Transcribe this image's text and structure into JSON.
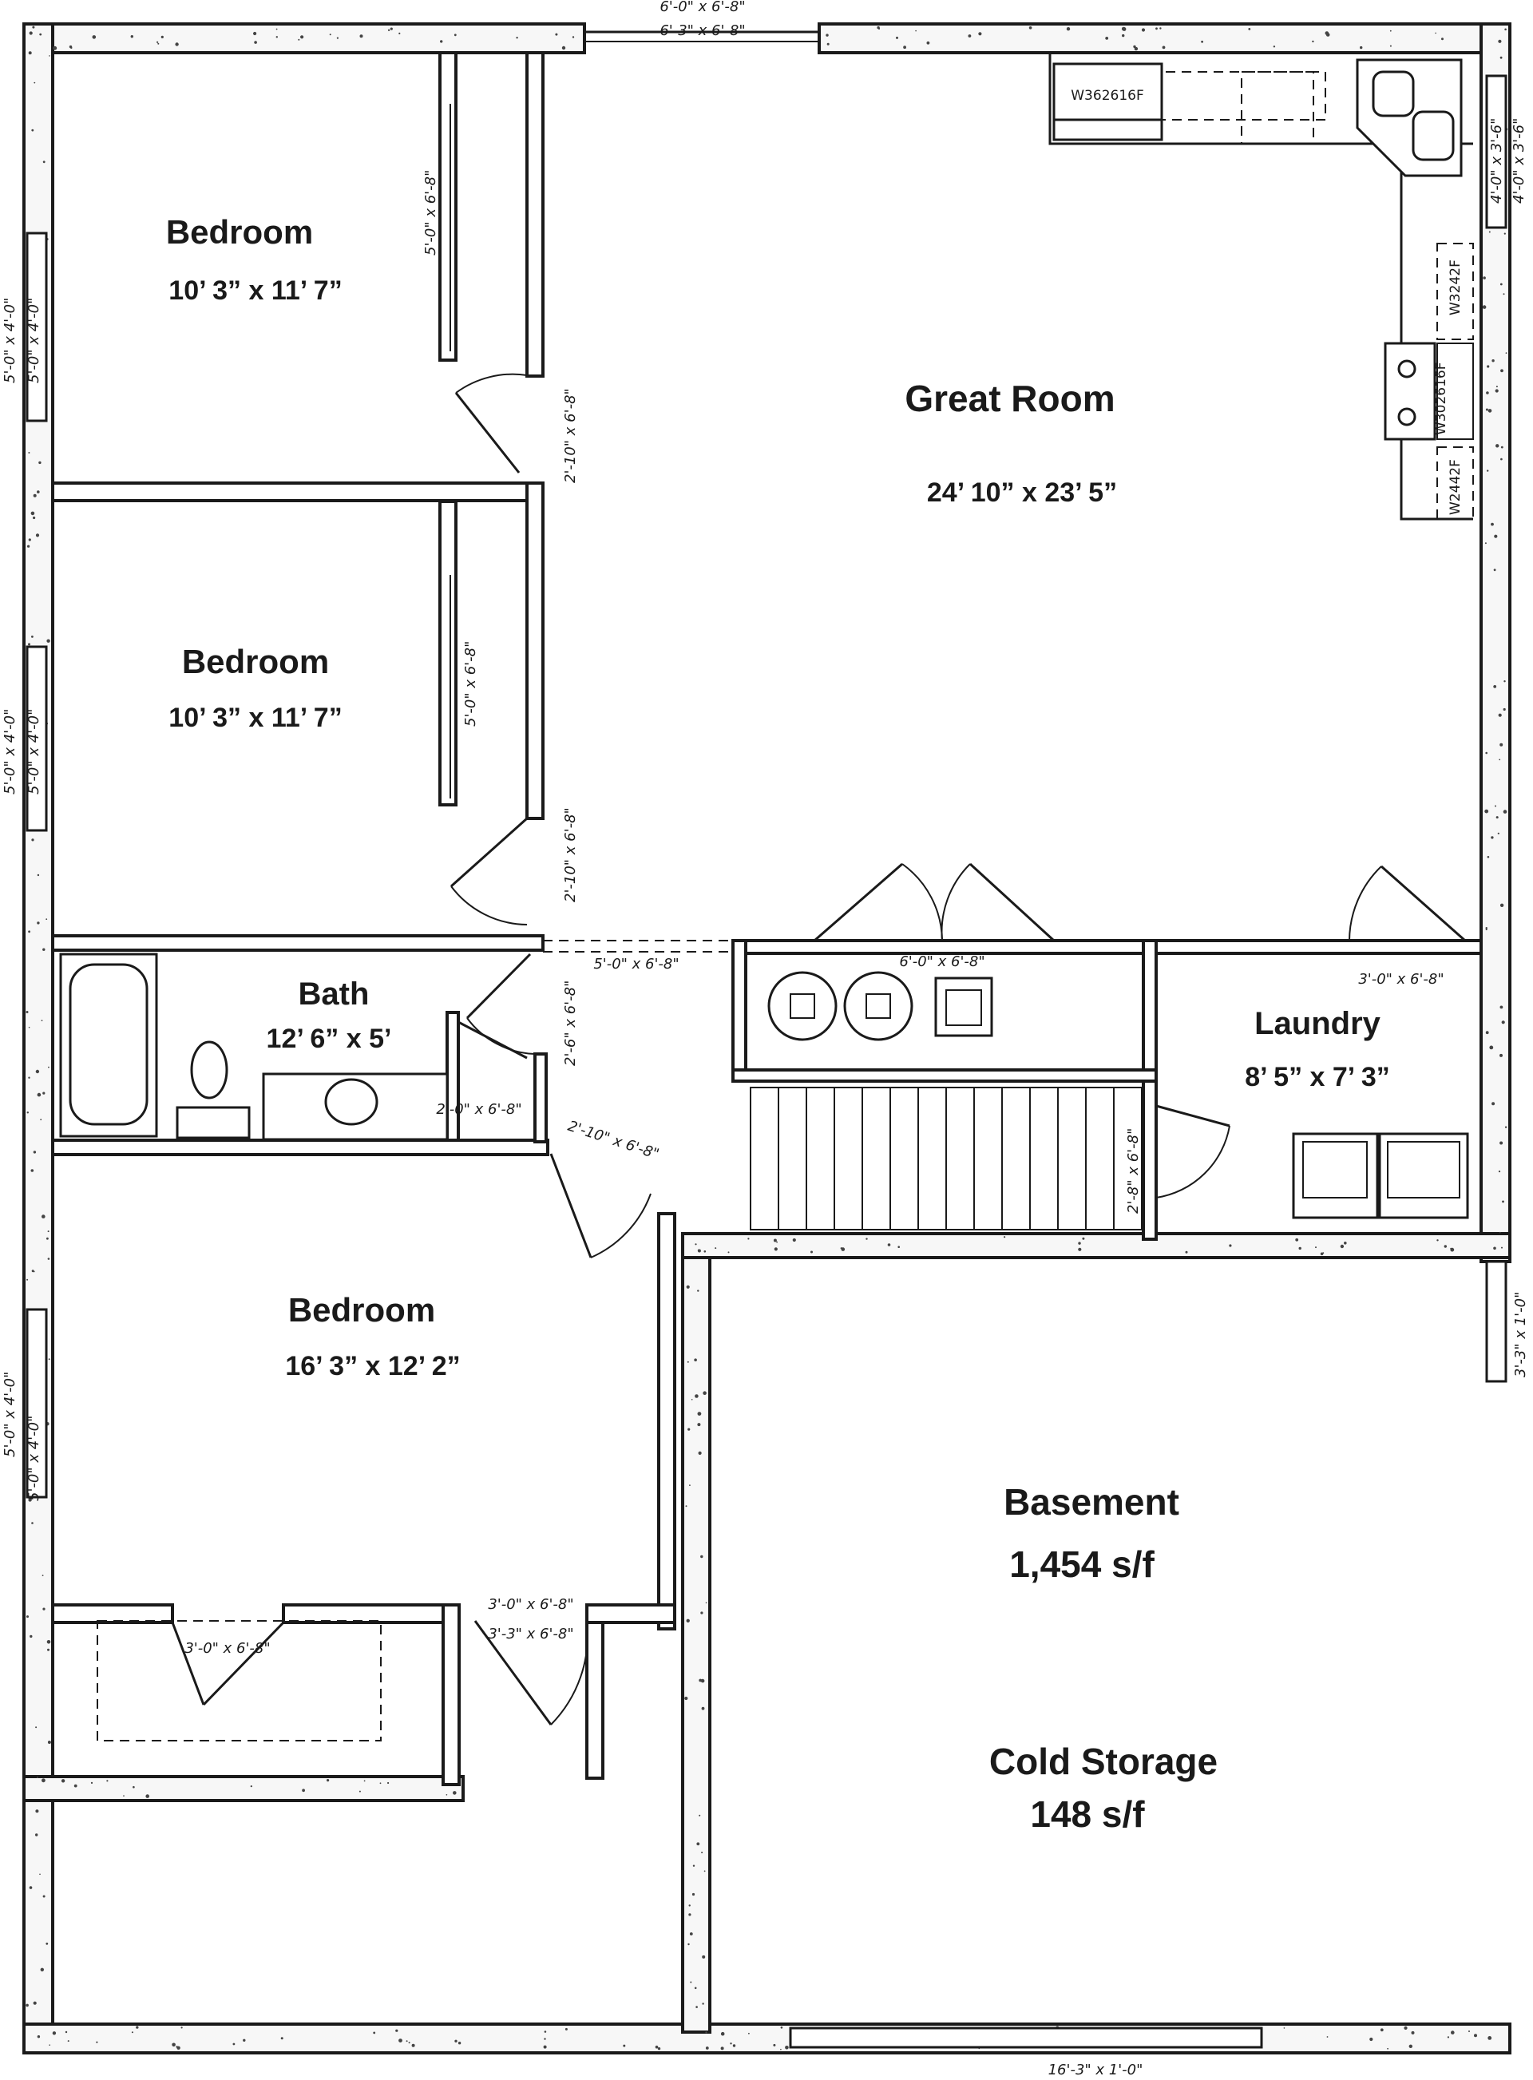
{
  "rooms": {
    "bedroom1": {
      "name": "Bedroom",
      "size": "10’ 3” x 11’ 7”"
    },
    "bedroom2": {
      "name": "Bedroom",
      "size": "10’ 3” x 11’ 7”"
    },
    "great_room": {
      "name": "Great Room",
      "size": "24’ 10” x 23’ 5”"
    },
    "bath": {
      "name": "Bath",
      "size": "12’ 6” x 5’"
    },
    "laundry": {
      "name": "Laundry",
      "size": "8’ 5” x 7’ 3”"
    },
    "bedroom3": {
      "name": "Bedroom",
      "size": "16’ 3” x 12’ 2”"
    },
    "basement": {
      "name": "Basement",
      "size": "1,454 s/f"
    },
    "cold_storage": {
      "name": "Cold Storage",
      "size": "148 s/f"
    }
  },
  "dimensions": {
    "top_door_a": "6'-0\" x 6'-8\"",
    "top_door_b": "6'-3\" x 6'-8\"",
    "closet1": "5'-0\" x 6'-8\"",
    "closet2": "5'-0\" x 6'-8\"",
    "bed1_door": "2'-10\" x 6'-8\"",
    "bed2_door": "2'-10\" x 6'-8\"",
    "window_left1a": "5'-0\" x 4'-0\"",
    "window_left1b": "5'-0\" x 4'-0\"",
    "window_left2a": "5'-0\" x 4'-0\"",
    "window_left2b": "5'-0\" x 4'-0\"",
    "window_left3a": "5'-0\" x 4'-0\"",
    "window_left3b": "5'-0\" x 4'-0\"",
    "window_right_a": "4'-0\" x 3'-6\"",
    "window_right_b": "4'-0\" x 3'-6\"",
    "opening_great": "5'-0\" x 6'-8\"",
    "mech_doors": "6'-0\" x 6'-8\"",
    "bath_door": "2'-6\" x 6'-8\"",
    "bath_closet": "2'-0\" x 6'-8\"",
    "bed3_door": "2'-10\" x 6'-8\"",
    "laundry_door": "3'-0\" x 6'-8\"",
    "stair_door": "2'-8\" x 6'-8\"",
    "bed3_closet": "3'-0\" x 6'-8\"",
    "storage_door_a": "3'-0\" x 6'-8\"",
    "storage_door_b": "3'-3\" x 6'-8\"",
    "right_window": "3'-3\" x 1'-0\"",
    "bottom_window": "16'-3\" x 1'-0\""
  },
  "cabinets": {
    "upper_top": "W362616F",
    "right_1": "W3242F",
    "right_2": "W302616F",
    "right_3": "W2442F"
  }
}
